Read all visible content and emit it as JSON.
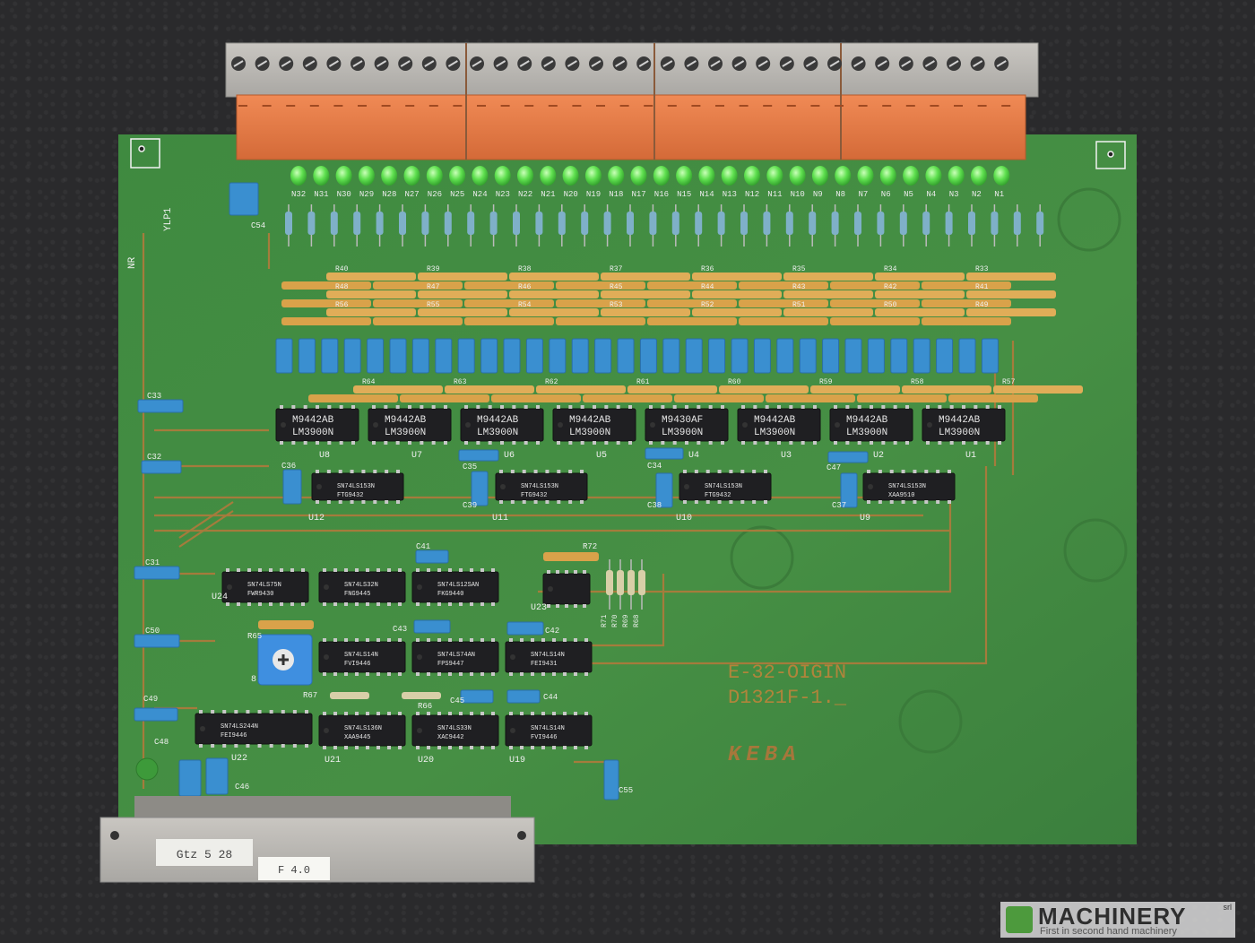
{
  "image": {
    "subject": "PCB",
    "silkscreen": {
      "board_no": "NR",
      "ylp": "YLP1",
      "code_line1": "E-32-OIGIN",
      "code_line2": "D1321F-1._",
      "maker": "KEBA"
    },
    "leds": [
      "N32",
      "N31",
      "N30",
      "N29",
      "N28",
      "N27",
      "N26",
      "N25",
      "N24",
      "N23",
      "N22",
      "N21",
      "N20",
      "N19",
      "N18",
      "N17",
      "N16",
      "N15",
      "N14",
      "N13",
      "N12",
      "N11",
      "N10",
      "N9",
      "N8",
      "N7",
      "N6",
      "N5",
      "N4",
      "N3",
      "N2",
      "N1"
    ],
    "top_chips": [
      {
        "ref": "U8",
        "brand": "M9442AB",
        "part": "LM3900N"
      },
      {
        "ref": "U7",
        "brand": "M9442AB",
        "part": "LM3900N"
      },
      {
        "ref": "U6",
        "brand": "M9442AB",
        "part": "LM3900N"
      },
      {
        "ref": "U5",
        "brand": "M9442AB",
        "part": "LM3900N"
      },
      {
        "ref": "U4",
        "brand": "M9430AF",
        "part": "LM3900N"
      },
      {
        "ref": "U3",
        "brand": "M9442AB",
        "part": "LM3900N"
      },
      {
        "ref": "U2",
        "brand": "M9442AB",
        "part": "LM3900N"
      },
      {
        "ref": "U1",
        "brand": "M9442AB",
        "part": "LM3900N"
      }
    ],
    "mid_chips": [
      {
        "ref": "U12",
        "part": "SN74LS153N",
        "code": "FTG9432"
      },
      {
        "ref": "U11",
        "part": "SN74LS153N",
        "code": "FTG9432"
      },
      {
        "ref": "U10",
        "part": "SN74LS153N",
        "code": "FTG9432"
      },
      {
        "ref": "U9",
        "part": "SN74LS153N",
        "code": "XAA9510"
      }
    ],
    "lower_chips": [
      {
        "ref": "U24",
        "part": "SN74LS75N",
        "code": "FWR9430"
      },
      {
        "ref": "",
        "part": "SN74LS32N",
        "code": "FNG9445"
      },
      {
        "ref": "",
        "part": "SN74LS12SAN",
        "code": "FKG9440"
      },
      {
        "ref": "U23",
        "part": "",
        "code": ""
      },
      {
        "ref": "",
        "part": "SN74LS14N",
        "code": "FVI9446"
      },
      {
        "ref": "",
        "part": "SN74LS74AN",
        "code": "FPS9447"
      },
      {
        "ref": "",
        "part": "SN74LS14N",
        "code": "FEI9431"
      },
      {
        "ref": "U22",
        "part": "SN74LS244N",
        "code": "FEI9446"
      },
      {
        "ref": "U21",
        "part": "SN74LS136N",
        "code": "XAA9445"
      },
      {
        "ref": "U20",
        "part": "SN74LS33N",
        "code": "XAC9442"
      },
      {
        "ref": "U19",
        "part": "SN74LS14N",
        "code": "FVI9446"
      }
    ],
    "cap_labels": [
      "C54",
      "C33",
      "C32",
      "C31",
      "C50",
      "C49",
      "C48",
      "C46",
      "C47",
      "C36",
      "C35",
      "C34",
      "C33",
      "C37",
      "C38",
      "C39",
      "C41",
      "C43",
      "C42",
      "C45",
      "C44",
      "C55"
    ],
    "res_labels": {
      "row1": [
        "R40",
        "R39",
        "R38",
        "R37",
        "R36",
        "R35",
        "R34",
        "R33"
      ],
      "row2": [
        "R48",
        "R47",
        "R46",
        "R45",
        "R44",
        "R43",
        "R42",
        "R41"
      ],
      "row3": [
        "R56",
        "R55",
        "R54",
        "R53",
        "R52",
        "R51",
        "R50",
        "R49"
      ],
      "row4": [
        "R64",
        "R63",
        "R62",
        "R61",
        "R60",
        "R59",
        "R58",
        "R57"
      ],
      "misc": [
        "R72",
        "R65",
        "R67",
        "R66",
        "R71",
        "R70",
        "R69",
        "R68"
      ]
    },
    "labels": {
      "connector_sticker1": "Gtz 5 28",
      "connector_sticker2": "F 4.0",
      "dip_digits": "8"
    },
    "watermark": {
      "brand": "MACHINERY",
      "tagline": "First in second hand machinery",
      "mark": "srl"
    },
    "colors": {
      "pcb": "#3f8a40",
      "background": "#2a2a2c",
      "terminal": "#e07a45",
      "capacitor": "#3a8fd0",
      "resistor": "#d9a24a",
      "chip": "#1f1f22",
      "led": "#55e04a"
    }
  }
}
